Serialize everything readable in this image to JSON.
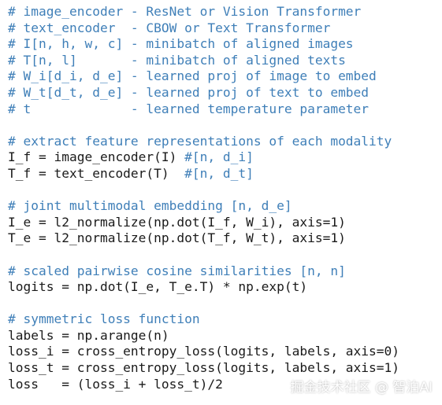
{
  "code": {
    "lines": [
      {
        "text": "# image_encoder - ResNet or Vision Transformer",
        "kind": "comment"
      },
      {
        "text": "# text_encoder  - CBOW or Text Transformer",
        "kind": "comment"
      },
      {
        "text": "# I[n, h, w, c] - minibatch of aligned images",
        "kind": "comment"
      },
      {
        "text": "# T[n, l]       - minibatch of aligned texts",
        "kind": "comment"
      },
      {
        "text": "# W_i[d_i, d_e] - learned proj of image to embed",
        "kind": "comment"
      },
      {
        "text": "# W_t[d_t, d_e] - learned proj of text to embed",
        "kind": "comment"
      },
      {
        "text": "# t             - learned temperature parameter",
        "kind": "comment"
      },
      {
        "text": "",
        "kind": "blank"
      },
      {
        "text": "# extract feature representations of each modality",
        "kind": "comment"
      },
      {
        "code": "I_f = image_encoder(I) ",
        "comment": "#[n, d_i]",
        "kind": "mixed"
      },
      {
        "code": "T_f = text_encoder(T)  ",
        "comment": "#[n, d_t]",
        "kind": "mixed"
      },
      {
        "text": "",
        "kind": "blank"
      },
      {
        "text": "# joint multimodal embedding [n, d_e]",
        "kind": "comment"
      },
      {
        "text": "I_e = l2_normalize(np.dot(I_f, W_i), axis=1)",
        "kind": "code"
      },
      {
        "text": "T_e = l2_normalize(np.dot(T_f, W_t), axis=1)",
        "kind": "code"
      },
      {
        "text": "",
        "kind": "blank"
      },
      {
        "text": "# scaled pairwise cosine similarities [n, n]",
        "kind": "comment"
      },
      {
        "text": "logits = np.dot(I_e, T_e.T) * np.exp(t)",
        "kind": "code"
      },
      {
        "text": "",
        "kind": "blank"
      },
      {
        "text": "# symmetric loss function",
        "kind": "comment"
      },
      {
        "text": "labels = np.arange(n)",
        "kind": "code"
      },
      {
        "text": "loss_i = cross_entropy_loss(logits, labels, axis=0)",
        "kind": "code"
      },
      {
        "text": "loss_t = cross_entropy_loss(logits, labels, axis=1)",
        "kind": "code"
      },
      {
        "text": "loss   = (loss_i + loss_t)/2",
        "kind": "code"
      }
    ]
  },
  "watermark": {
    "text": "掘金技术社区 @ 智泊AI"
  },
  "colors": {
    "comment": "#3f7fb8",
    "code": "#1a1a1a",
    "background": "#ffffff"
  }
}
